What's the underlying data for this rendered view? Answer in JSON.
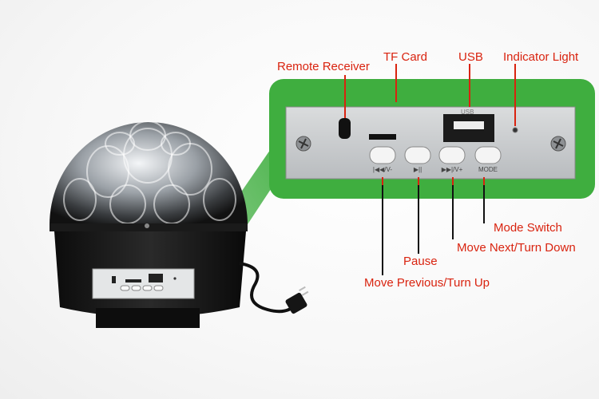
{
  "labels": {
    "remote_receiver": "Remote Receiver",
    "tf_card": "TF Card",
    "usb": "USB",
    "indicator_light": "Indicator Light",
    "mode_switch": "Mode Switch",
    "move_next": "Move Next/Turn Down",
    "pause": "Pause",
    "move_previous": "Move Previous/Turn Up"
  },
  "panel": {
    "usb_mark": "USB",
    "button_captions": [
      "|◀◀/V-",
      "▶||",
      "▶▶|/V+",
      "MODE"
    ]
  },
  "colors": {
    "accent_red": "#d9230f",
    "panel_green": "#3fae3f",
    "panel_silver": "#c9ccce",
    "device_black": "#151515"
  }
}
